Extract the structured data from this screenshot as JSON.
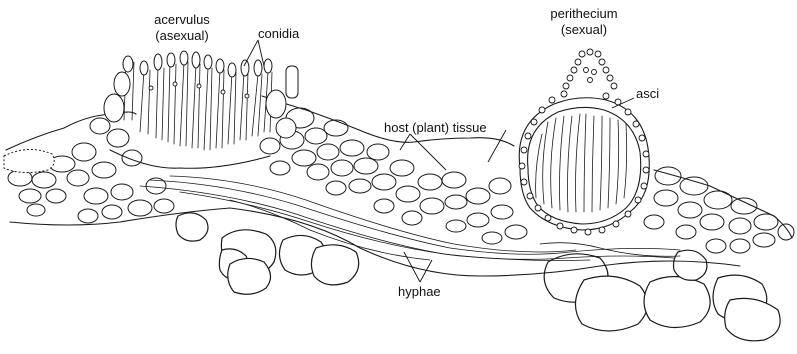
{
  "labels": {
    "acervulus": "acervulus",
    "acervulus_sub": "(asexual)",
    "conidia": "conidia",
    "perithecium": "perithecium",
    "perithecium_sub": "(sexual)",
    "asci": "asci",
    "host_tissue": "host (plant) tissue",
    "hyphae": "hyphae"
  },
  "colors": {
    "ink": "#1a1a1a",
    "background": "#ffffff"
  }
}
